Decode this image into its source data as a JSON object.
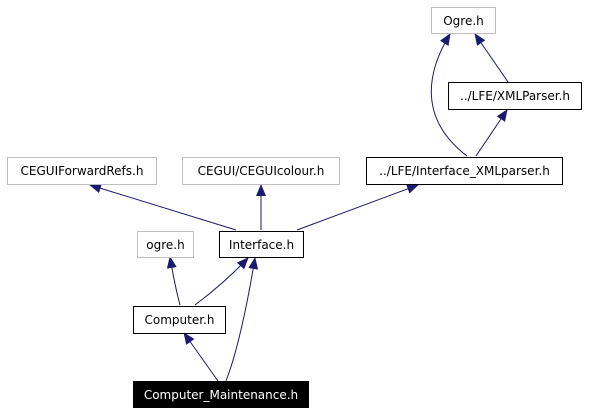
{
  "graph": {
    "nodes": {
      "ogre_h_upper": {
        "label": "Ogre.h",
        "kind": "external"
      },
      "xmlparser_h": {
        "label": "../LFE/XMLParser.h",
        "kind": "linked"
      },
      "ceguiforwardrefs_h": {
        "label": "CEGUIForwardRefs.h",
        "kind": "external"
      },
      "ceguicolour_h": {
        "label": "CEGUI/CEGUIcolour.h",
        "kind": "external"
      },
      "interface_xmlparser_h": {
        "label": "../LFE/Interface_XMLparser.h",
        "kind": "linked"
      },
      "ogre_h_lower": {
        "label": "ogre.h",
        "kind": "external"
      },
      "interface_h": {
        "label": "Interface.h",
        "kind": "linked"
      },
      "computer_h": {
        "label": "Computer.h",
        "kind": "linked"
      },
      "computer_maintenance_h": {
        "label": "Computer_Maintenance.h",
        "kind": "focus"
      }
    },
    "edges": [
      {
        "from": "computer_maintenance_h",
        "to": "computer_h"
      },
      {
        "from": "computer_maintenance_h",
        "to": "interface_h"
      },
      {
        "from": "computer_h",
        "to": "ogre_h_lower"
      },
      {
        "from": "computer_h",
        "to": "interface_h"
      },
      {
        "from": "interface_h",
        "to": "ceguiforwardrefs_h"
      },
      {
        "from": "interface_h",
        "to": "ceguicolour_h"
      },
      {
        "from": "interface_h",
        "to": "interface_xmlparser_h"
      },
      {
        "from": "interface_xmlparser_h",
        "to": "ogre_h_upper"
      },
      {
        "from": "interface_xmlparser_h",
        "to": "xmlparser_h"
      },
      {
        "from": "xmlparser_h",
        "to": "ogre_h_upper"
      }
    ],
    "colors": {
      "edge": "#1a1a6e",
      "linked_border": "#000000",
      "external_border": "#bfbfbf",
      "focus_fill": "#000000",
      "focus_text": "#ffffff"
    }
  }
}
